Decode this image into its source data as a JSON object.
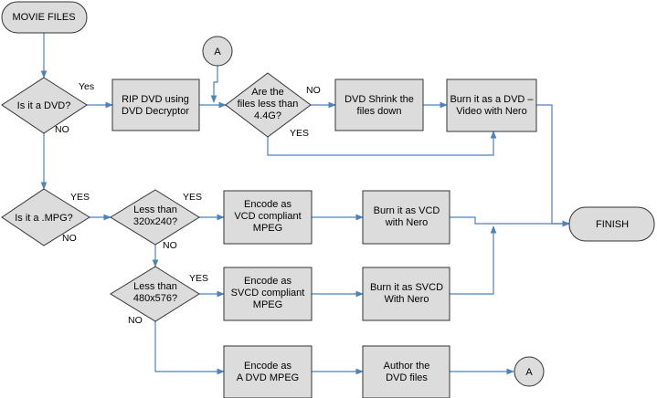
{
  "nodes": {
    "movie_files": {
      "lines": [
        "MOVIE FILES"
      ]
    },
    "is_dvd": {
      "lines": [
        "Is it a DVD?"
      ]
    },
    "rip_dvd": {
      "lines": [
        "RIP DVD using",
        "DVD Decryptor"
      ]
    },
    "connector_a_top": {
      "lines": [
        "A"
      ]
    },
    "files_less": {
      "lines": [
        "Are the",
        "files less than",
        "4.4G?"
      ]
    },
    "dvd_shrink": {
      "lines": [
        "DVD Shrink the",
        "files down"
      ]
    },
    "burn_dvd": {
      "lines": [
        "Burn it as a DVD –",
        "Video with Nero"
      ]
    },
    "is_mpg": {
      "lines": [
        "Is it a  .MPG?"
      ]
    },
    "less_320": {
      "lines": [
        "Less than",
        "320x240?"
      ]
    },
    "encode_vcd": {
      "lines": [
        "Encode as",
        "VCD compliant",
        "MPEG"
      ]
    },
    "burn_vcd": {
      "lines": [
        "Burn it as VCD",
        "with Nero"
      ]
    },
    "finish": {
      "lines": [
        "FINISH"
      ]
    },
    "less_480": {
      "lines": [
        "Less than",
        "480x576?"
      ]
    },
    "encode_svcd": {
      "lines": [
        "Encode as",
        "SVCD compliant",
        "MPEG"
      ]
    },
    "burn_svcd": {
      "lines": [
        "Burn it as SVCD",
        "With Nero"
      ]
    },
    "encode_dvd": {
      "lines": [
        "Encode as",
        "A DVD MPEG"
      ]
    },
    "author_dvd": {
      "lines": [
        "Author the",
        "DVD files"
      ]
    },
    "connector_a_bottom": {
      "lines": [
        "A"
      ]
    }
  },
  "edge_labels": {
    "dvd_yes": "Yes",
    "dvd_no": "NO",
    "files_no": "NO",
    "files_yes": "YES",
    "mpg_yes": "YES",
    "mpg_no": "NO",
    "l320_yes": "YES",
    "l320_no": "NO",
    "l480_yes": "YES",
    "l480_no": "NO"
  },
  "colors": {
    "node_fill": "#dcdcdc",
    "node_stroke": "#333333",
    "edge_color": "#4f81bd"
  }
}
